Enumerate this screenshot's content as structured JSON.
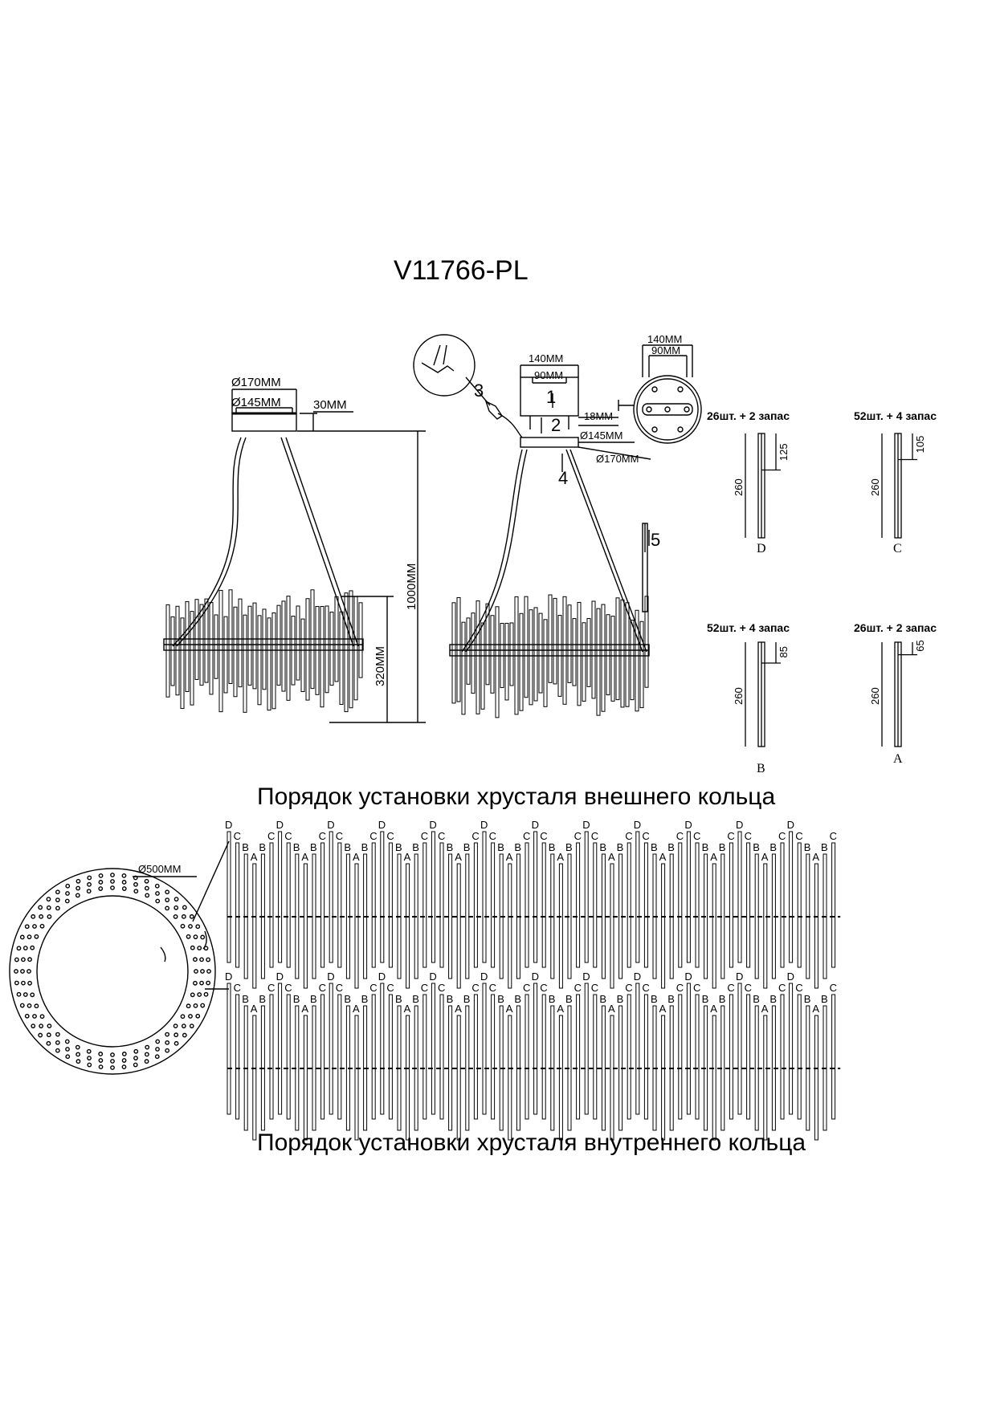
{
  "title": "V11766-PL",
  "dims": {
    "d170": "Ø170MM",
    "d145": "Ø145MM",
    "h30": "30MM",
    "h1000": "1000MM",
    "h320": "320MM",
    "w140": "140MM",
    "w90": "90MM",
    "h18": "18MM",
    "d500": "Ø500MM"
  },
  "steps": [
    "1",
    "2",
    "3",
    "4",
    "5"
  ],
  "crystals": [
    {
      "letter": "D",
      "qty": "26шт. + 2 запас",
      "length": "260",
      "offset": "125"
    },
    {
      "letter": "C",
      "qty": "52шт. + 4 запас",
      "length": "260",
      "offset": "105"
    },
    {
      "letter": "B",
      "qty": "52шт. + 4 запас",
      "length": "260",
      "offset": "85"
    },
    {
      "letter": "A",
      "qty": "26шт. + 2 запас",
      "length": "260",
      "offset": "65"
    }
  ],
  "captions": {
    "outer": "Порядок установки хрусталя внешнего кольца",
    "inner": "Порядок установки хрусталя внутреннего кольца"
  },
  "sequence": [
    "D",
    "C",
    "B",
    "A",
    "B",
    "C"
  ]
}
